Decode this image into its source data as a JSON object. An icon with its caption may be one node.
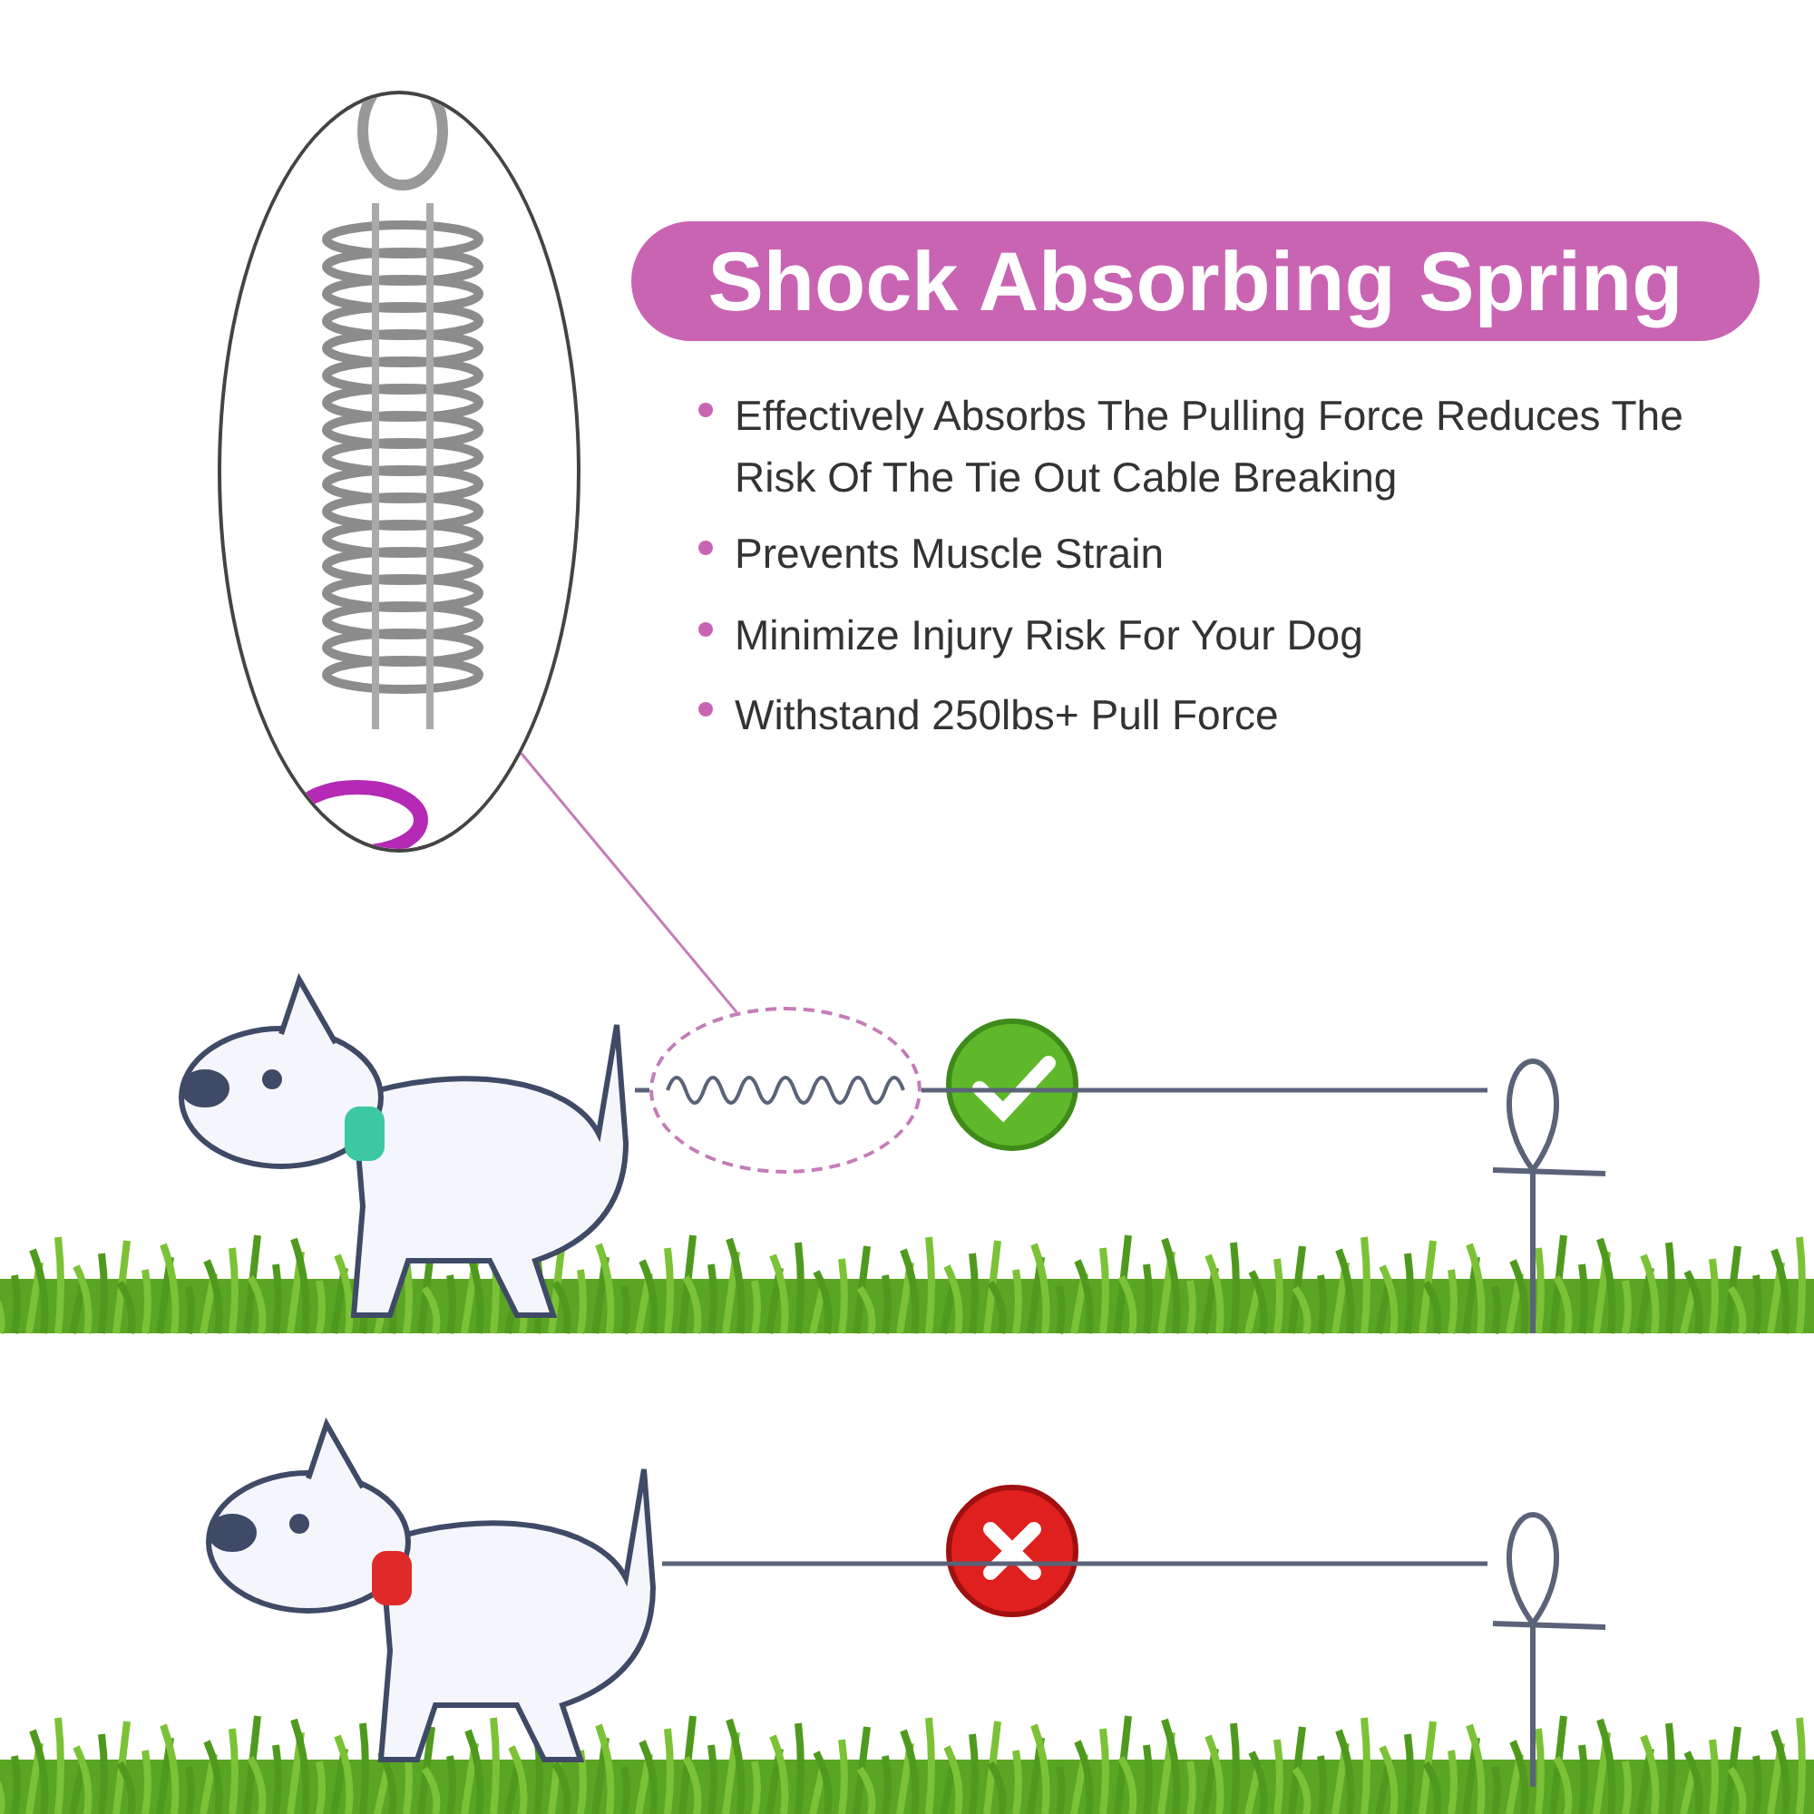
{
  "diagram": {
    "nodes": [
      {
        "text": [
          "Shock Absorbing Spring"
        ]
      },
      {
        "text": [],
        "shape": "picture"
      },
      {
        "text": [],
        "shape": "ellipse"
      },
      {
        "text": [],
        "shape": "picture"
      },
      {
        "text": [],
        "shape": "picture"
      },
      {
        "text": [],
        "shape": "picture"
      },
      {
        "text": [],
        "shape": "picture"
      }
    ],
    "edges": [
      {
        "from": 1,
        "to": 2,
        "arrow": "none",
        "color": "#c47cb8"
      },
      {
        "from": 3,
        "to": 2,
        "arrow": "none"
      },
      {
        "from": 2,
        "to": 4,
        "arrow": "none"
      },
      {
        "from": 5,
        "to": 6,
        "arrow": "none"
      }
    ],
    "labels": [
      "Effectively Absorbs The Pulling Force Reduces The Risk Of The Tie Out Cable Breaking",
      "Prevents Muscle Strain",
      "Minimize Injury Risk For Your Dog",
      "Withstand 250lbs+ Pull Force"
    ]
  }
}
